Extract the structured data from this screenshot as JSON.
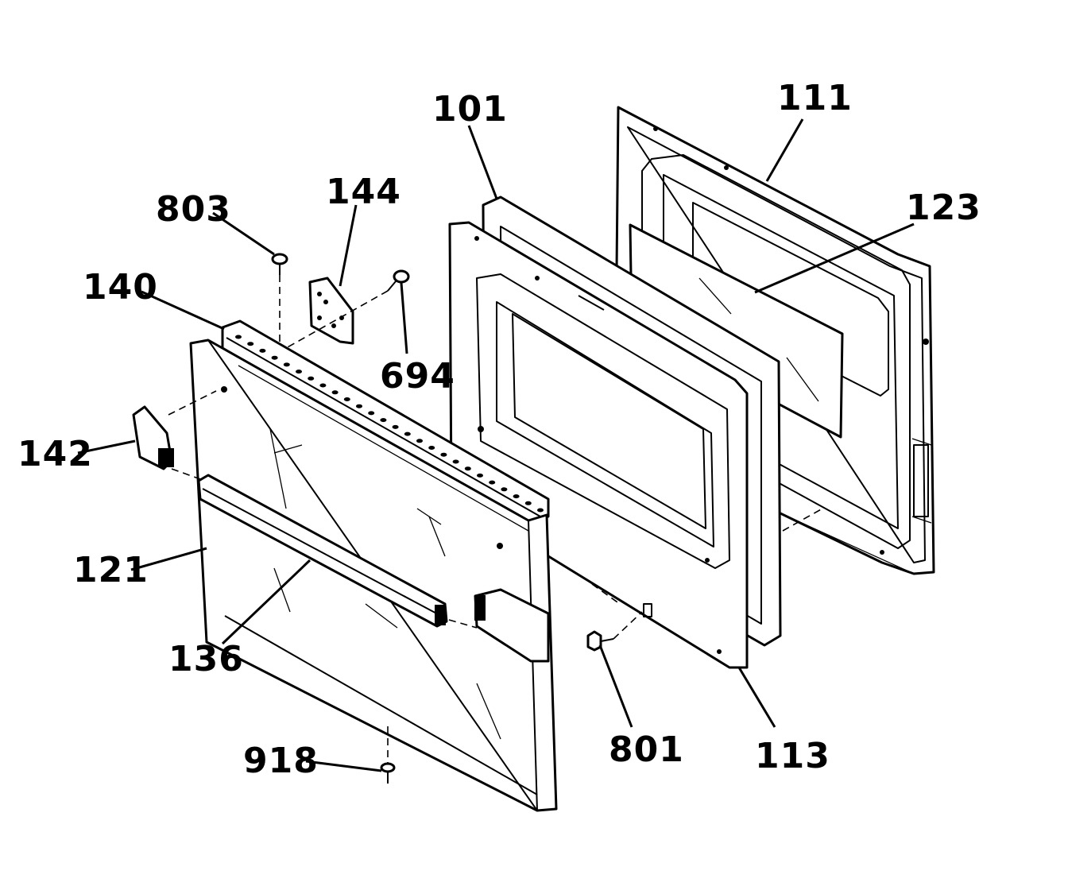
{
  "parts": [
    {
      "id": "p803",
      "label": "803"
    },
    {
      "id": "p144",
      "label": "144"
    },
    {
      "id": "p140",
      "label": "140"
    },
    {
      "id": "p694",
      "label": "694"
    },
    {
      "id": "p142",
      "label": "142"
    },
    {
      "id": "p121",
      "label": "121"
    },
    {
      "id": "p136",
      "label": "136"
    },
    {
      "id": "p918",
      "label": "918"
    },
    {
      "id": "p101",
      "label": "101"
    },
    {
      "id": "p111",
      "label": "111"
    },
    {
      "id": "p123",
      "label": "123"
    },
    {
      "id": "p801",
      "label": "801"
    },
    {
      "id": "p113",
      "label": "113"
    }
  ]
}
